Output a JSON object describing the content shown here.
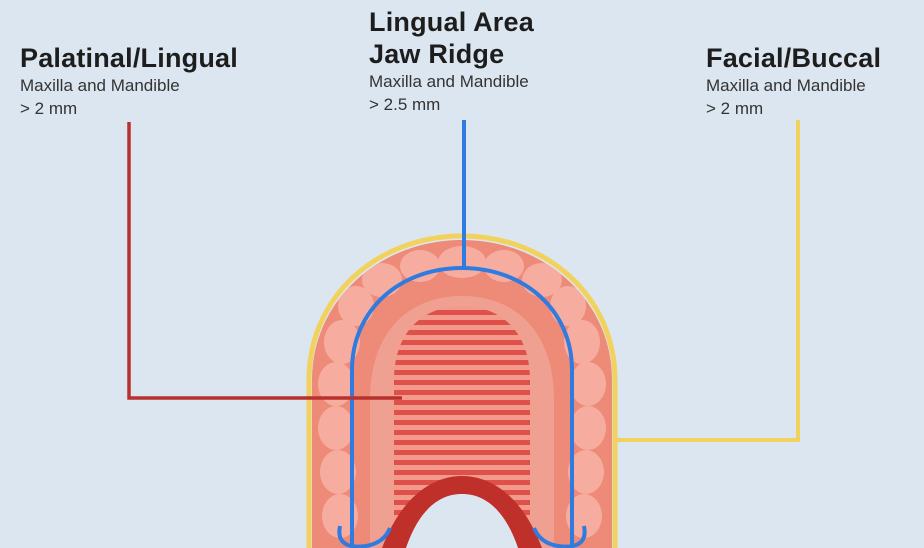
{
  "labels": {
    "palatinal": {
      "title": "Palatinal/Lingual",
      "location": "Maxilla and Mandible",
      "measurement": "> 2 mm",
      "color": "#b8312f"
    },
    "lingual_area": {
      "title_line1": "Lingual Area",
      "title_line2": "Jaw Ridge",
      "location": "Maxilla and Mandible",
      "measurement": "> 2.5 mm",
      "color": "#2f7be0"
    },
    "facial": {
      "title": "Facial/Buccal",
      "location": "Maxilla and Mandible",
      "measurement": "> 2 mm",
      "color": "#f2d25e"
    }
  },
  "colors": {
    "background": "#dce6f0",
    "gum": "#f0a090",
    "gum_outer": "#ee8a78",
    "tooth": "#f7b8ab",
    "palate_stripes": "#e0504a",
    "palate_base": "#f29a8c",
    "tongue_arch": "#c0302a"
  }
}
